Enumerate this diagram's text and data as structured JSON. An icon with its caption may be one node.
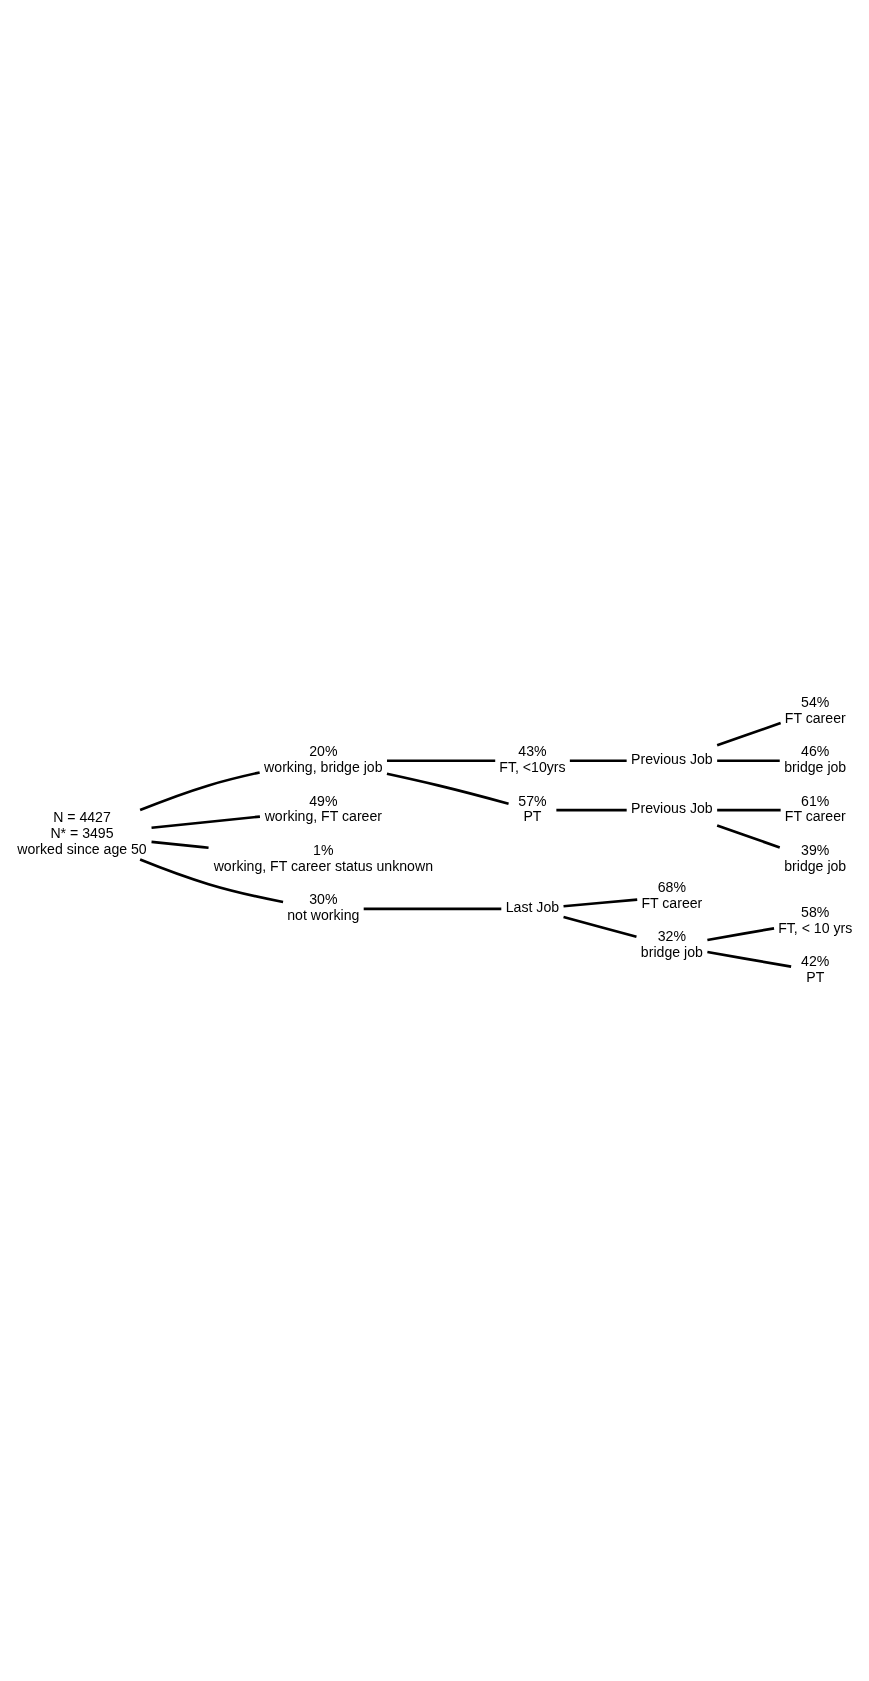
{
  "diagram": {
    "nodes": [
      {
        "text": [
          "N = 4427",
          "N* = 3495",
          "worked since age 50"
        ]
      },
      {
        "text": [
          "20%",
          "working, bridge job"
        ]
      },
      {
        "text": [
          "43%",
          "FT, <10yrs"
        ]
      },
      {
        "text": [
          "57%",
          "PT"
        ]
      },
      {
        "text": [
          "Previous Job"
        ]
      },
      {
        "text": [
          "Previous Job"
        ]
      },
      {
        "text": [
          "54%",
          "FT career"
        ]
      },
      {
        "text": [
          "46%",
          "bridge job"
        ]
      },
      {
        "text": [
          "61%",
          "FT career"
        ]
      },
      {
        "text": [
          "39%",
          "bridge job"
        ]
      },
      {
        "text": [
          "49%",
          "working, FT career"
        ]
      },
      {
        "text": [
          "1%",
          "working, FT career status unknown"
        ]
      },
      {
        "text": [
          "30%",
          "not working"
        ]
      },
      {
        "text": [
          "Last Job"
        ]
      },
      {
        "text": [
          "68%",
          "FT career"
        ]
      },
      {
        "text": [
          "32%",
          "bridge job"
        ]
      },
      {
        "text": [
          "58%",
          "FT, < 10 yrs"
        ]
      },
      {
        "text": [
          "42%",
          "PT"
        ]
      }
    ],
    "edges": [
      {
        "from": 0,
        "to": 1,
        "arrow": "none"
      },
      {
        "from": 1,
        "to": 2,
        "arrow": "none"
      },
      {
        "from": 1,
        "to": 3,
        "arrow": "none"
      },
      {
        "from": 2,
        "to": 4,
        "arrow": "none"
      },
      {
        "from": 3,
        "to": 5,
        "arrow": "none"
      },
      {
        "from": 4,
        "to": 6,
        "arrow": "none"
      },
      {
        "from": 4,
        "to": 7,
        "arrow": "none"
      },
      {
        "from": 5,
        "to": 8,
        "arrow": "none"
      },
      {
        "from": 5,
        "to": 9,
        "arrow": "none"
      },
      {
        "from": 0,
        "to": 10,
        "arrow": "none"
      },
      {
        "from": 0,
        "to": 11,
        "arrow": "none"
      },
      {
        "from": 0,
        "to": 12,
        "arrow": "none"
      },
      {
        "from": 12,
        "to": 13,
        "arrow": "none"
      },
      {
        "from": 13,
        "to": 14,
        "arrow": "none"
      },
      {
        "from": 13,
        "to": 15,
        "arrow": "none"
      },
      {
        "from": 15,
        "to": 16,
        "arrow": "none"
      },
      {
        "from": 15,
        "to": 17,
        "arrow": "none"
      }
    ]
  }
}
